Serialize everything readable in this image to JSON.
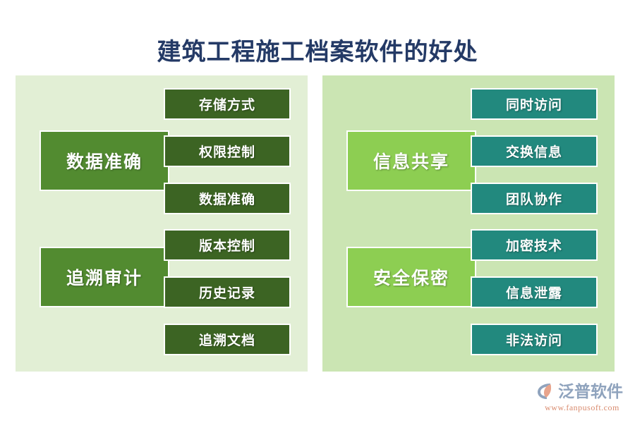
{
  "title": "建筑工程施工档案软件的好处",
  "colors": {
    "title_text": "#243a66",
    "panel_left_bg": "#e2efd5",
    "panel_right_bg": "#cbe5b3",
    "group_left_bg": "#528b30",
    "group_right_bg": "#8dce52",
    "item_left_bg": "#3c6423",
    "item_right_bg": "#22897e",
    "box_border": "#ffffff",
    "box_text": "#ffffff",
    "logo_word": "#8fa3bd",
    "logo_url": "#d98b6e"
  },
  "panels": [
    {
      "side": "left",
      "groups": [
        {
          "label": "数据准确"
        },
        {
          "label": "追溯审计"
        }
      ],
      "items": [
        {
          "label": "存储方式"
        },
        {
          "label": "权限控制"
        },
        {
          "label": "数据准确"
        },
        {
          "label": "版本控制"
        },
        {
          "label": "历史记录"
        },
        {
          "label": "追溯文档"
        }
      ]
    },
    {
      "side": "right",
      "groups": [
        {
          "label": "信息共享"
        },
        {
          "label": "安全保密"
        }
      ],
      "items": [
        {
          "label": "同时访问"
        },
        {
          "label": "交换信息"
        },
        {
          "label": "团队协作"
        },
        {
          "label": "加密技术"
        },
        {
          "label": "信息泄露"
        },
        {
          "label": "非法访问"
        }
      ]
    }
  ],
  "logo": {
    "name": "泛普软件",
    "url": "www.fanpusoft.com",
    "mark_icon": "swoosh-arc-icon"
  }
}
